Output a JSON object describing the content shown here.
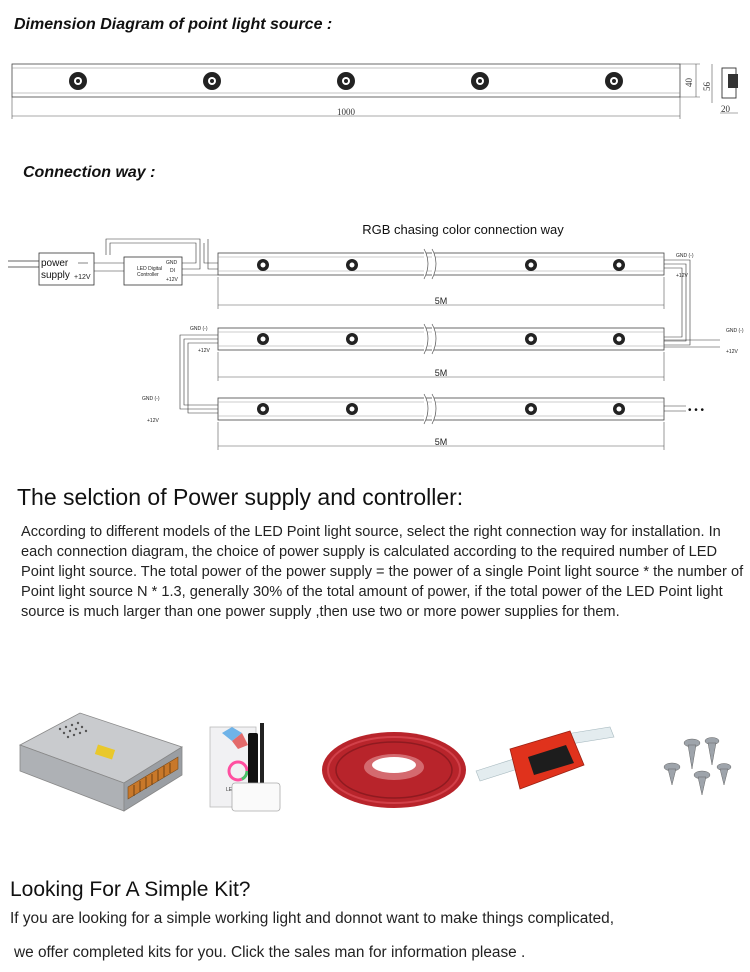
{
  "dimension": {
    "title": "Dimension Diagram of point light source :",
    "length_label": "1000",
    "height_label": "40",
    "side_height_label": "56",
    "side_width_label": "20"
  },
  "connection": {
    "title": "Connection way :",
    "diagram_title": "RGB chasing color  connection way",
    "power_label_1": "power",
    "power_label_2": "supply",
    "power_voltage": "+12V",
    "controller_line1": "LED Digital",
    "controller_line2": "Controller",
    "controller_gnd": "GND",
    "controller_di": "DI",
    "controller_v": "+12V",
    "gnd_label": "GND (-)",
    "v_label": "+12V",
    "strip_length": "5M",
    "ellipsis": "• • •"
  },
  "selection": {
    "heading": "The selction of Power supply and controller:",
    "body": "According to different models of the LED Point light source, select the right connection way for installation. In each connection diagram, the choice of power supply is calculated according to the required number of LED Point light source. The total power of the power supply = the power of a  single Point light source  * the number of Point light source N * 1.3, generally 30% of the total amount of power, if the total power of the LED Point light source is much larger than one power supply ,then use two or more power supplies for them."
  },
  "products": {
    "controller_brand": "LED Shop"
  },
  "kit": {
    "title": "Looking For A Simple Kit?",
    "line1": "If you are looking for a simple working light and donnot want to make things complicated,",
    "line2": " we offer completed kits for you. Click the sales man for information please ."
  }
}
